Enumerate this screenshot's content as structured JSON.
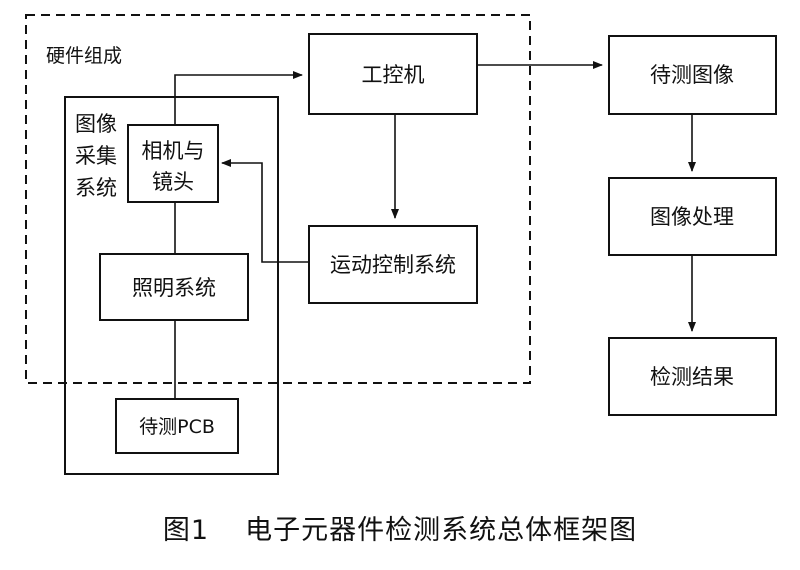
{
  "groups": {
    "hardware": "硬件组成",
    "acquisition": [
      "图像",
      "采集",
      "系统"
    ]
  },
  "nodes": {
    "ipc": "工控机",
    "camera": [
      "相机与",
      "镜头"
    ],
    "lighting": "照明系统",
    "motion": "运动控制系统",
    "pcb": "待测PCB",
    "image": "待测图像",
    "processing": "图像处理",
    "result": "检测结果"
  },
  "caption": {
    "number": "图1",
    "title": "电子元器件检测系统总体框架图"
  }
}
